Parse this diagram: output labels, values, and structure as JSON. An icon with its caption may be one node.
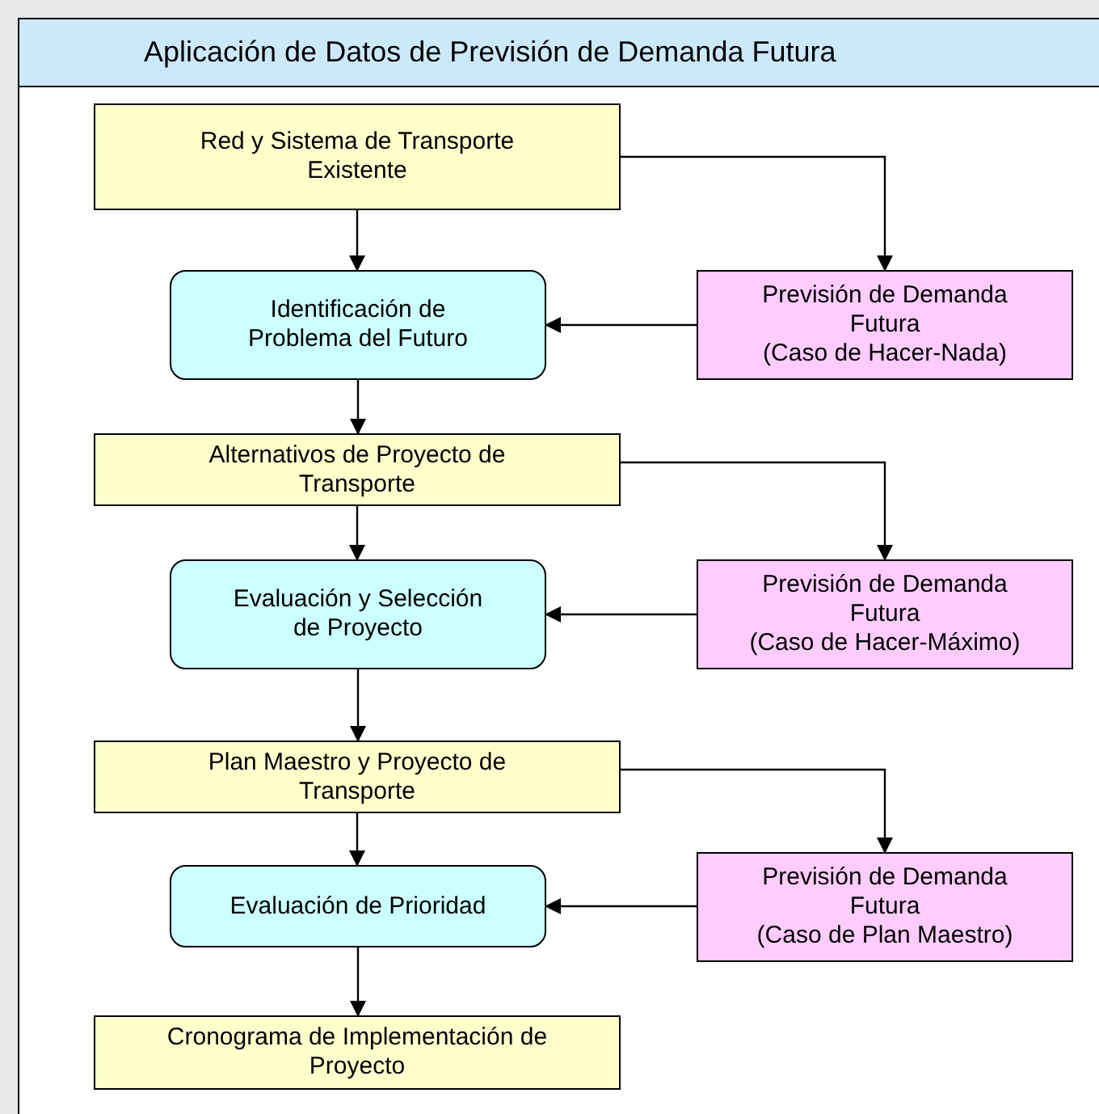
{
  "diagram": {
    "title": "Aplicación de Datos de Previsión de Demanda Futura",
    "nodes": [
      {
        "text": [
          "Red y Sistema de Transporte Existente"
        ]
      },
      {
        "text": [
          "Identificación de Problema del Futuro"
        ]
      },
      {
        "text": [
          "Previsión de Demanda Futura",
          "(Caso de Hacer-Nada)"
        ]
      },
      {
        "text": [
          "Alternativos de Proyecto de Transporte"
        ]
      },
      {
        "text": [
          "Evaluación y Selección de Proyecto"
        ]
      },
      {
        "text": [
          "Previsión de Demanda Futura",
          "(Caso de Hacer-Máximo)"
        ]
      },
      {
        "text": [
          "Plan Maestro y Proyecto de Transporte"
        ]
      },
      {
        "text": [
          "Evaluación de Prioridad"
        ]
      },
      {
        "text": [
          "Previsión de Demanda Futura",
          "(Caso de Plan Maestro)"
        ]
      },
      {
        "text": [
          "Cronograma de Implementación de Proyecto"
        ]
      }
    ],
    "edges": [
      {
        "from": 0,
        "to": 1,
        "arrow": "to"
      },
      {
        "from": 0,
        "to": 2,
        "arrow": "to"
      },
      {
        "from": 2,
        "to": 1,
        "arrow": "to"
      },
      {
        "from": 1,
        "to": 3,
        "arrow": "to"
      },
      {
        "from": 3,
        "to": 4,
        "arrow": "to"
      },
      {
        "from": 3,
        "to": 5,
        "arrow": "to"
      },
      {
        "from": 5,
        "to": 4,
        "arrow": "to"
      },
      {
        "from": 4,
        "to": 6,
        "arrow": "to"
      },
      {
        "from": 6,
        "to": 7,
        "arrow": "to"
      },
      {
        "from": 6,
        "to": 8,
        "arrow": "to"
      },
      {
        "from": 8,
        "to": 7,
        "arrow": "to"
      },
      {
        "from": 7,
        "to": 9,
        "arrow": "to"
      }
    ]
  }
}
